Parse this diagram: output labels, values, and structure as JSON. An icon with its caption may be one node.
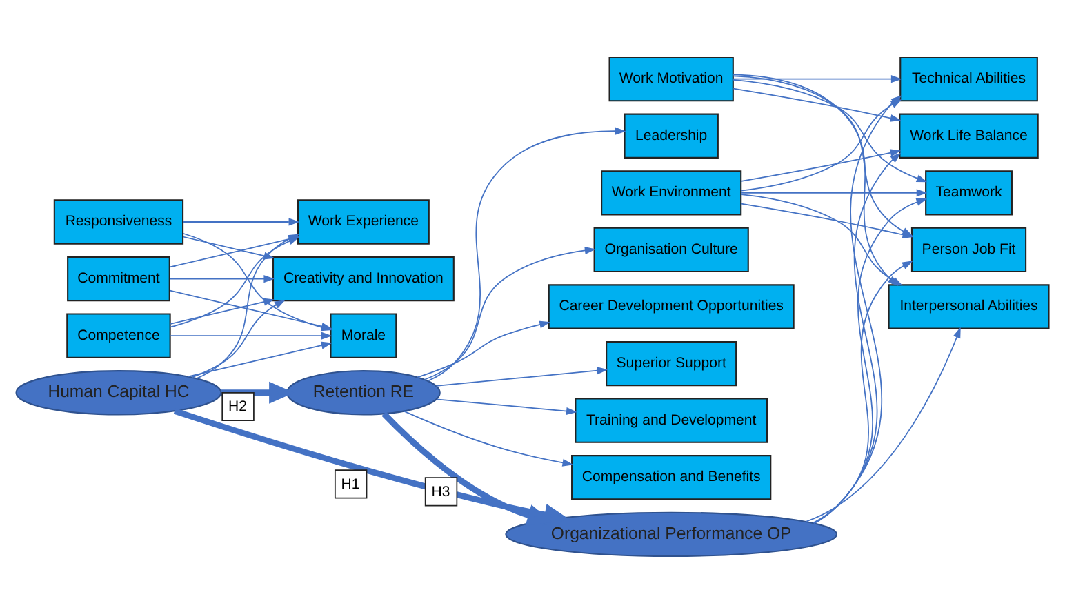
{
  "diagram": {
    "nodes": [
      {
        "text": [
          "Responsiveness"
        ]
      },
      {
        "text": [
          "Commitment"
        ]
      },
      {
        "text": [
          "Competence"
        ]
      },
      {
        "text": [
          "Work Environment"
        ]
      },
      {
        "text": [
          "Work Motivation"
        ]
      },
      {
        "text": [
          "Work Life Balance"
        ]
      },
      {
        "text": [
          "Work Experience"
        ]
      },
      {
        "text": [
          "Teamwork"
        ]
      },
      {
        "text": [
          "Creativity and Innovation"
        ]
      },
      {
        "text": [
          "Human Capital HC"
        ]
      },
      {
        "text": [
          "Organizational Performance OP"
        ]
      },
      {
        "text": [
          "Person Job Fit"
        ]
      },
      {
        "text": [
          "Morale"
        ]
      },
      {
        "text": [
          "Retention RE"
        ]
      },
      {
        "text": [
          "Interpersonal Abilities"
        ]
      },
      {
        "text": [
          "Career Development Opportunities"
        ]
      },
      {
        "text": [
          "Technical Abilities"
        ]
      },
      {
        "text": [
          "Superior Support"
        ]
      },
      {
        "text": [
          "Training and Development"
        ]
      },
      {
        "text": [
          "Compensation and Benefits"
        ]
      },
      {
        "text": [
          "Leadership"
        ]
      },
      {
        "text": [
          "Organisation Culture"
        ]
      }
    ],
    "edges": [
      {
        "from": 9,
        "to": 10,
        "arrow": "to",
        "label": "H1",
        "style": "thick"
      },
      {
        "from": 9,
        "to": 13,
        "arrow": "to",
        "label": "H2",
        "style": "thick"
      },
      {
        "from": 13,
        "to": 10,
        "arrow": "to",
        "label": "H3",
        "style": "thick"
      },
      {
        "from": 0,
        "to": 6,
        "arrow": "to"
      },
      {
        "from": 0,
        "to": 8,
        "arrow": "to"
      },
      {
        "from": 0,
        "to": 12,
        "arrow": "to"
      },
      {
        "from": 1,
        "to": 6,
        "arrow": "to"
      },
      {
        "from": 1,
        "to": 8,
        "arrow": "to"
      },
      {
        "from": 1,
        "to": 12,
        "arrow": "to"
      },
      {
        "from": 2,
        "to": 6,
        "arrow": "to"
      },
      {
        "from": 2,
        "to": 8,
        "arrow": "to"
      },
      {
        "from": 2,
        "to": 12,
        "arrow": "to"
      },
      {
        "from": 9,
        "to": 6,
        "arrow": "to"
      },
      {
        "from": 9,
        "to": 8,
        "arrow": "to"
      },
      {
        "from": 9,
        "to": 12,
        "arrow": "to"
      },
      {
        "from": 3,
        "to": 5,
        "arrow": "to"
      },
      {
        "from": 3,
        "to": 7,
        "arrow": "to"
      },
      {
        "from": 3,
        "to": 11,
        "arrow": "to"
      },
      {
        "from": 3,
        "to": 14,
        "arrow": "to"
      },
      {
        "from": 3,
        "to": 16,
        "arrow": "to"
      },
      {
        "from": 4,
        "to": 5,
        "arrow": "to"
      },
      {
        "from": 4,
        "to": 7,
        "arrow": "to"
      },
      {
        "from": 4,
        "to": 11,
        "arrow": "to"
      },
      {
        "from": 4,
        "to": 14,
        "arrow": "to"
      },
      {
        "from": 4,
        "to": 16,
        "arrow": "to"
      },
      {
        "from": 10,
        "to": 5,
        "arrow": "to"
      },
      {
        "from": 10,
        "to": 7,
        "arrow": "to"
      },
      {
        "from": 10,
        "to": 11,
        "arrow": "to"
      },
      {
        "from": 10,
        "to": 14,
        "arrow": "to"
      },
      {
        "from": 10,
        "to": 16,
        "arrow": "to"
      },
      {
        "from": 13,
        "to": 15,
        "arrow": "to"
      },
      {
        "from": 13,
        "to": 17,
        "arrow": "to"
      },
      {
        "from": 13,
        "to": 18,
        "arrow": "to"
      },
      {
        "from": 13,
        "to": 19,
        "arrow": "to"
      },
      {
        "from": 13,
        "to": 20,
        "arrow": "to"
      },
      {
        "from": 13,
        "to": 21,
        "arrow": "to"
      }
    ]
  }
}
